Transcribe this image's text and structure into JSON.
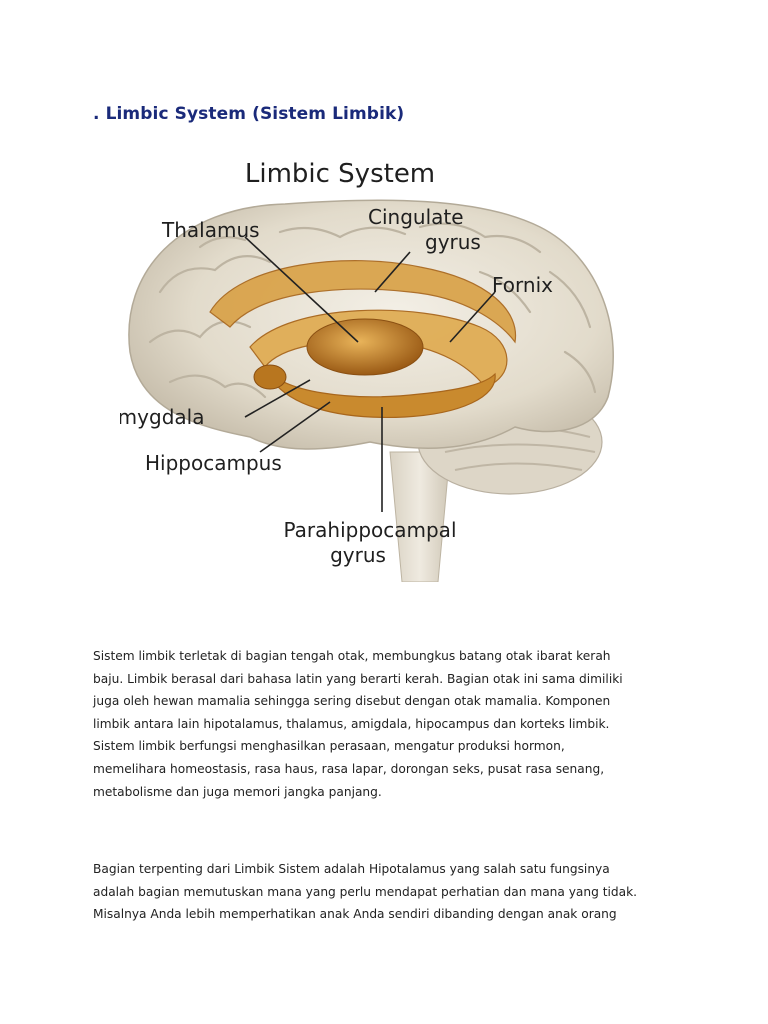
{
  "doc": {
    "heading": ". Limbic System (Sistem Limbik)"
  },
  "figure": {
    "title": "Limbic System",
    "labels": {
      "thalamus": "Thalamus",
      "cingulate_1": "Cingulate",
      "cingulate_2": "gyrus",
      "fornix": "Fornix",
      "amygdala": "Amygdala",
      "hippocampus": "Hippocampus",
      "parahippocampal_1": "Parahippocampal",
      "parahippocampal_2": "gyrus"
    },
    "colors": {
      "brain": "#e7e1d3",
      "brain_folds": "#b9b0a0",
      "limbic": "#d49a3a",
      "limbic_dark": "#a8661c"
    }
  },
  "paragraph1": [
    "Sistem limbik terletak di bagian tengah otak, membungkus batang otak ibarat kerah",
    "baju. Limbik berasal dari bahasa latin yang berarti kerah. Bagian otak ini sama dimiliki",
    "juga oleh hewan mamalia sehingga sering disebut dengan otak mamalia. Komponen",
    "limbik antara lain hipotalamus, thalamus, amigdala, hipocampus dan korteks limbik.",
    "Sistem limbik berfungsi menghasilkan perasaan, mengatur produksi hormon,",
    "memelihara homeostasis, rasa haus, rasa lapar, dorongan seks, pusat rasa senang,",
    "metabolisme dan juga memori jangka panjang."
  ],
  "paragraph2": [
    "Bagian terpenting dari Limbik Sistem adalah Hipotalamus yang salah satu fungsinya",
    "adalah bagian memutuskan mana yang perlu mendapat perhatian dan mana yang tidak.",
    "Misalnya Anda lebih memperhatikan anak Anda sendiri dibanding dengan anak orang"
  ]
}
